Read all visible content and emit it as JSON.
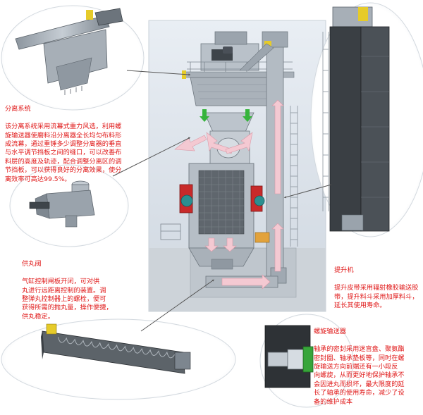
{
  "callouts": {
    "separator": {
      "title": "分离系统",
      "body": "该分离系统采用流幕式重力风选，利用螺\n旋输送器使磨料沿分离器全长均匀布料形\n成流幕，通过重锤多少调整分离器的垂直\n与水平调节挡板之间的缝口，可以改善布\n料层的高度及轨迹，配合调整分离区的调\n节挡板，可以获得良好的分离效果，使分\n离效率可高达99.5%。"
    },
    "valve": {
      "title": "供丸阀",
      "body": "气缸控制闸板开闭，可对供\n丸进行远距离控制的装置。调\n整弹丸控制器上的螺栓，便可\n获得所需的抛丸量，操作便捷，\n供丸稳定。"
    },
    "elevator": {
      "title": "提升机",
      "body": "提升皮带采用辐射橡胶输送胶\n带，提升料斗采用加厚料斗，\n延长其使用寿命。"
    },
    "screw": {
      "title": "螺旋输送器",
      "body": "轴承的密封采用迷宫盘、聚氨酯\n密封圈、轴承垫板等，同时在螺\n旋输送方向前端还有一小段反\n向螺旋，从而更好地保护轴承不\n会因进丸而损坏，最大限度的延\n长了轴承的使用寿命，减少了设\n备的维护成本"
    }
  },
  "colors": {
    "text": "#e01818",
    "machine_gray": "#a9b2bb",
    "dark_gray": "#6e767e",
    "green_arrow": "#36b43c",
    "flow_arrow": "#f4c9d2",
    "red_motor": "#c82a2a",
    "teal_motor": "#2c8f90",
    "yellow_part": "#e6cb2a"
  }
}
